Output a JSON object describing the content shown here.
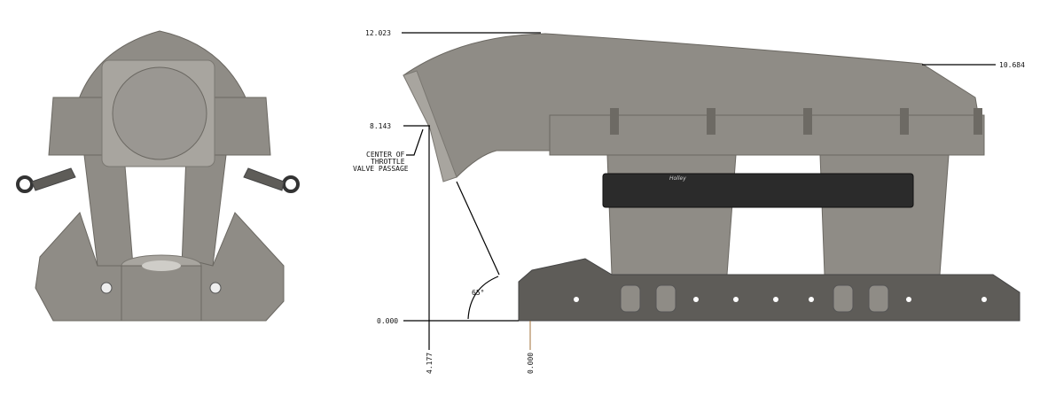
{
  "dimensions": {
    "top_left": "12.023",
    "top_right": "10.684",
    "throttle_center": "8.143",
    "baseline": "0.000",
    "vertical_offset": "4.177",
    "vertical_zero": "0.000",
    "angle": "65°"
  },
  "annotation": {
    "line1": "CENTER OF",
    "line2": "THROTTLE",
    "line3": "VALVE PASSAGE"
  },
  "fuel_rail_brand": "Holley"
}
